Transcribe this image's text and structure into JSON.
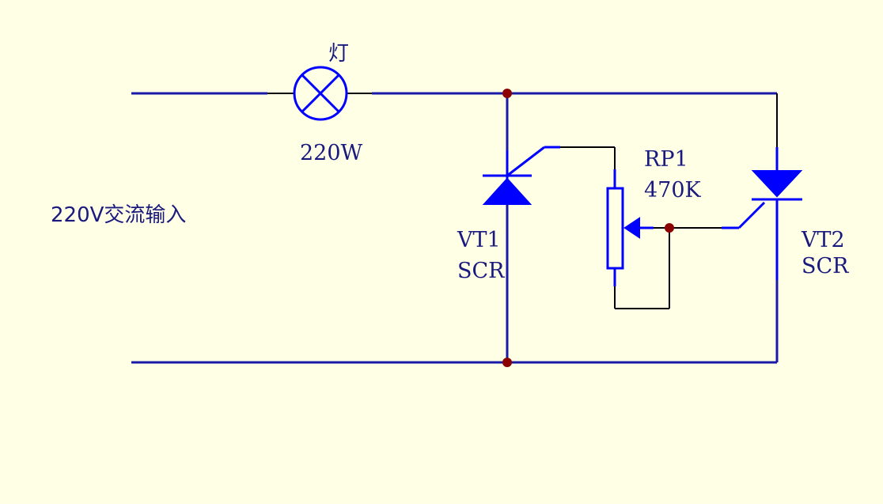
{
  "colors": {
    "background": "#FFFFE6",
    "wire": "#1A1AA8",
    "component": "#0000FF",
    "junction": "#8B0000",
    "label": "#1A1A7E"
  },
  "labels": {
    "input": "220V交流输入",
    "lamp_name": "灯",
    "lamp_power": "220W",
    "vt1_name": "VT1",
    "vt1_type": "SCR",
    "rp1_name": "RP1",
    "rp1_value": "470K",
    "vt2_name": "VT2",
    "vt2_type": "SCR"
  }
}
